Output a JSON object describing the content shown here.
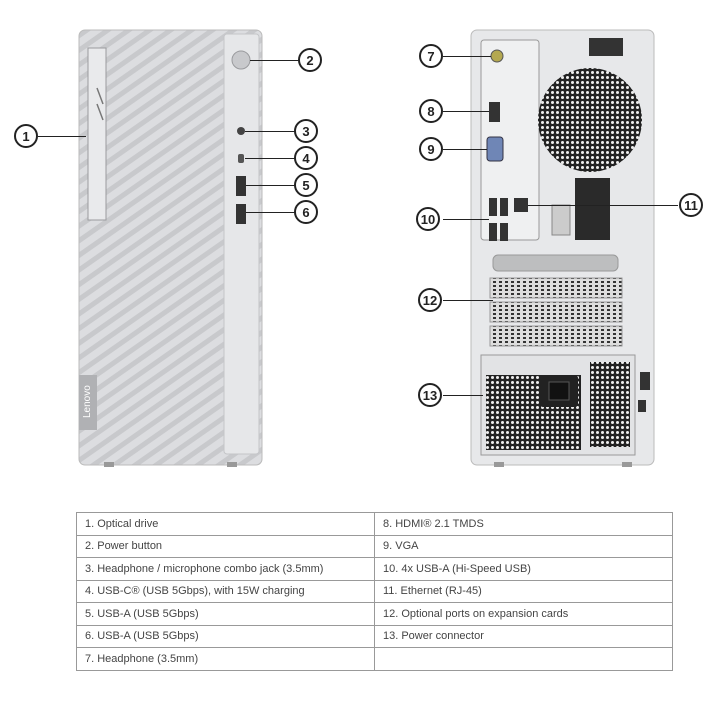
{
  "brand": "Lenovo",
  "callouts": [
    "1",
    "2",
    "3",
    "4",
    "5",
    "6",
    "7",
    "8",
    "9",
    "10",
    "11",
    "12",
    "13"
  ],
  "legend": {
    "left": [
      "1.  Optical drive",
      "2.  Power button",
      "3.  Headphone / microphone combo jack (3.5mm)",
      "4.  USB-C® (USB 5Gbps), with 15W charging",
      "5.  USB-A (USB 5Gbps)",
      "6.  USB-A (USB 5Gbps)",
      "7.  Headphone (3.5mm)"
    ],
    "right": [
      "8.  HDMI® 2.1 TMDS",
      "9.  VGA",
      "10. 4x USB-A (Hi-Speed USB)",
      "11.  Ethernet (RJ-45)",
      "12. Optional ports on expansion cards",
      "13. Power connector",
      ""
    ]
  },
  "colors": {
    "chassis": "#d9dadc",
    "panel": "#e8e9eb",
    "outline": "#222222",
    "text": "#444444"
  }
}
